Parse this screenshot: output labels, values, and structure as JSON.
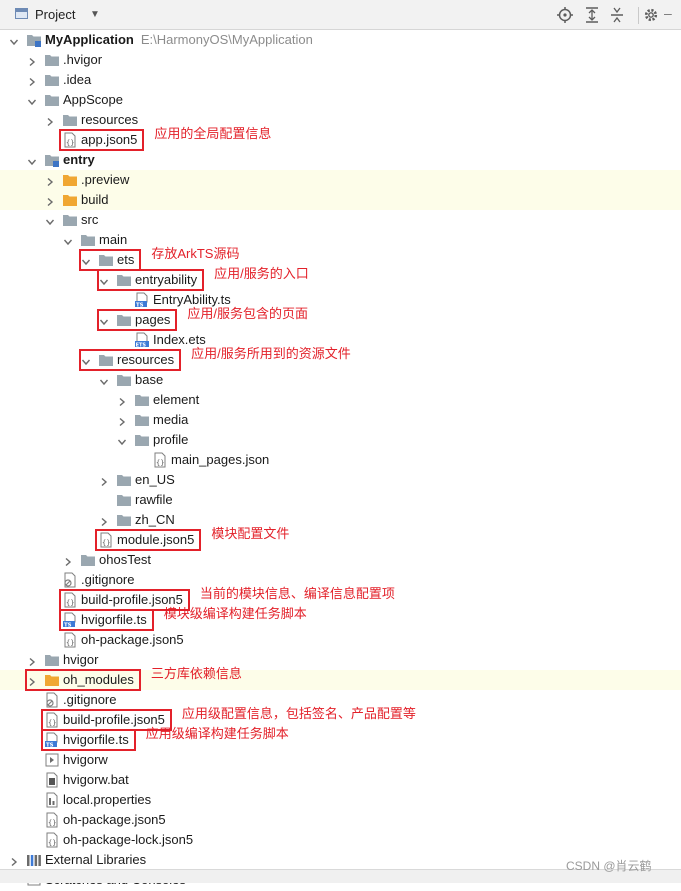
{
  "header": {
    "title": "Project",
    "tools": [
      "locate-icon",
      "expand-all-icon",
      "collapse-all-icon",
      "settings-icon"
    ]
  },
  "tree": [
    {
      "depth": 0,
      "expanded": true,
      "icon": "module-folder",
      "label": "MyApplication",
      "bold": true,
      "path": "E:\\HarmonyOS\\MyApplication"
    },
    {
      "depth": 1,
      "expanded": false,
      "icon": "folder",
      "label": ".hvigor"
    },
    {
      "depth": 1,
      "expanded": false,
      "icon": "folder",
      "label": ".idea"
    },
    {
      "depth": 1,
      "expanded": true,
      "icon": "folder",
      "label": "AppScope"
    },
    {
      "depth": 2,
      "expanded": false,
      "icon": "folder",
      "label": "resources"
    },
    {
      "depth": 2,
      "icon": "json-file",
      "label": "app.json5"
    },
    {
      "depth": 1,
      "expanded": true,
      "icon": "module-folder",
      "label": "entry",
      "bold": true
    },
    {
      "depth": 2,
      "expanded": false,
      "icon": "folder-orange",
      "label": ".preview",
      "highlight": true
    },
    {
      "depth": 2,
      "expanded": false,
      "icon": "folder-orange",
      "label": "build",
      "highlight": true
    },
    {
      "depth": 2,
      "expanded": true,
      "icon": "folder",
      "label": "src"
    },
    {
      "depth": 3,
      "expanded": true,
      "icon": "folder",
      "label": "main"
    },
    {
      "depth": 4,
      "expanded": true,
      "icon": "folder",
      "label": "ets"
    },
    {
      "depth": 5,
      "expanded": true,
      "icon": "folder",
      "label": "entryability"
    },
    {
      "depth": 6,
      "icon": "ts-file",
      "label": "EntryAbility.ts"
    },
    {
      "depth": 5,
      "expanded": true,
      "icon": "folder",
      "label": "pages"
    },
    {
      "depth": 6,
      "icon": "ets-file",
      "label": "Index.ets"
    },
    {
      "depth": 4,
      "expanded": true,
      "icon": "folder",
      "label": "resources"
    },
    {
      "depth": 5,
      "expanded": true,
      "icon": "folder",
      "label": "base"
    },
    {
      "depth": 6,
      "expanded": false,
      "icon": "folder",
      "label": "element"
    },
    {
      "depth": 6,
      "expanded": false,
      "icon": "folder",
      "label": "media"
    },
    {
      "depth": 6,
      "expanded": true,
      "icon": "folder",
      "label": "profile"
    },
    {
      "depth": 7,
      "icon": "json-file",
      "label": "main_pages.json"
    },
    {
      "depth": 5,
      "expanded": false,
      "icon": "folder",
      "label": "en_US"
    },
    {
      "depth": 5,
      "icon": "folder",
      "label": "rawfile"
    },
    {
      "depth": 5,
      "expanded": false,
      "icon": "folder",
      "label": "zh_CN"
    },
    {
      "depth": 4,
      "icon": "json-file",
      "label": "module.json5"
    },
    {
      "depth": 3,
      "expanded": false,
      "icon": "folder",
      "label": "ohosTest"
    },
    {
      "depth": 2,
      "icon": "gitignore-file",
      "label": ".gitignore"
    },
    {
      "depth": 2,
      "icon": "json-file",
      "label": "build-profile.json5"
    },
    {
      "depth": 2,
      "icon": "ts-file",
      "label": "hvigorfile.ts"
    },
    {
      "depth": 2,
      "icon": "json-file",
      "label": "oh-package.json5"
    },
    {
      "depth": 1,
      "expanded": false,
      "icon": "folder",
      "label": "hvigor"
    },
    {
      "depth": 1,
      "expanded": false,
      "icon": "folder-orange",
      "label": "oh_modules",
      "highlight": true
    },
    {
      "depth": 1,
      "icon": "gitignore-file",
      "label": ".gitignore"
    },
    {
      "depth": 1,
      "icon": "json-file",
      "label": "build-profile.json5"
    },
    {
      "depth": 1,
      "icon": "ts-file",
      "label": "hvigorfile.ts"
    },
    {
      "depth": 1,
      "icon": "exec-file",
      "label": "hvigorw"
    },
    {
      "depth": 1,
      "icon": "bat-file",
      "label": "hvigorw.bat"
    },
    {
      "depth": 1,
      "icon": "properties-file",
      "label": "local.properties"
    },
    {
      "depth": 1,
      "icon": "json-file",
      "label": "oh-package.json5"
    },
    {
      "depth": 1,
      "icon": "json-file",
      "label": "oh-package-lock.json5"
    },
    {
      "depth": 0,
      "expanded": false,
      "icon": "libraries",
      "label": "External Libraries"
    },
    {
      "depth": 0,
      "icon": "scratches",
      "label": "Scratches and Consoles"
    }
  ],
  "annotations": [
    {
      "row": 5,
      "text": "应用的全局配置信息"
    },
    {
      "row": 11,
      "text": "存放ArkTS源码"
    },
    {
      "row": 12,
      "text": "应用/服务的入口"
    },
    {
      "row": 14,
      "text": "应用/服务包含的页面"
    },
    {
      "row": 16,
      "text": "应用/服务所用到的资源文件"
    },
    {
      "row": 25,
      "text": "模块配置文件"
    },
    {
      "row": 28,
      "text": "当前的模块信息、编译信息配置项"
    },
    {
      "row": 29,
      "text": "模块级编译构建任务脚本"
    },
    {
      "row": 32,
      "text": "三方库依赖信息"
    },
    {
      "row": 34,
      "text": "应用级配置信息，包括签名、产品配置等"
    },
    {
      "row": 35,
      "text": "应用级编译构建任务脚本"
    }
  ],
  "watermark": "CSDN @肖云鹤",
  "colors": {
    "annotation": "#e3212a",
    "highlight_row": "#fdfde9",
    "folder": "#9aa7b0",
    "folder_excluded": "#f0a732"
  }
}
